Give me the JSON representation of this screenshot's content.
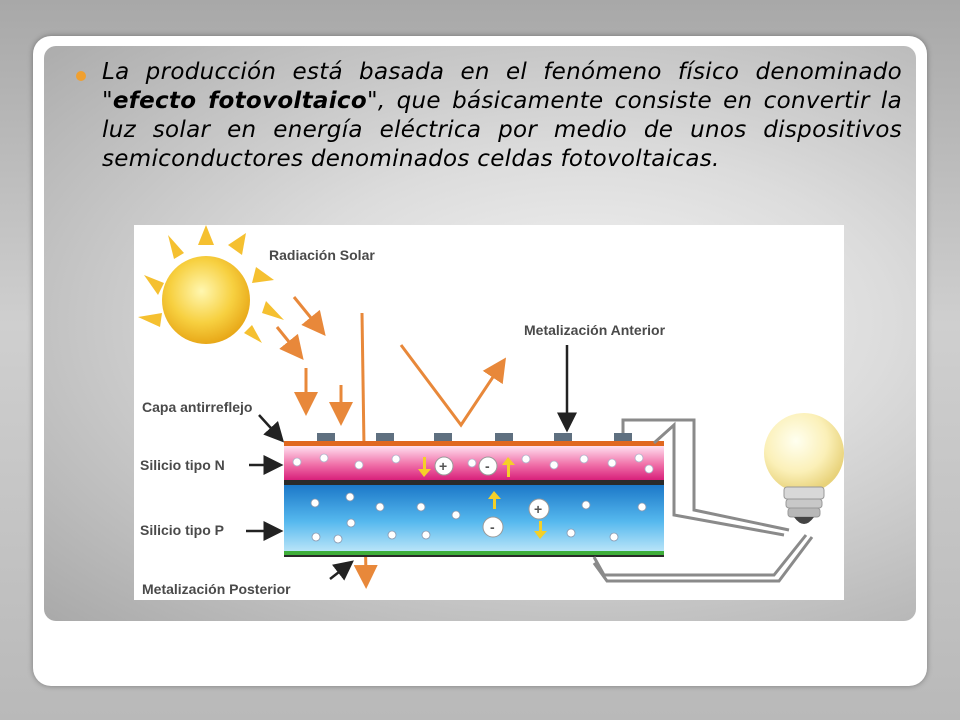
{
  "slide": {
    "bullet": {
      "text_before": "La producción está basada en el fenómeno físico denominado \"",
      "text_bold": "efecto fotovoltaico",
      "text_after": "\", que básicamente consiste en convertir la luz solar en energía eléctrica por medio de unos dispositivos semiconductores denominados celdas fotovoltaicas."
    }
  },
  "diagram": {
    "labels": {
      "radiation": "Radiación Solar",
      "front_metal": "Metalización Anterior",
      "antireflex": "Capa antirreflejo",
      "n_type": "Silicio tipo N",
      "p_type": "Silicio tipo P",
      "back_metal": "Metalización Posterior"
    },
    "charges": {
      "plus": "+",
      "minus": "-"
    }
  },
  "colors": {
    "bullet": "#f0a030",
    "ray": "#e8883a",
    "n_layer": "#e84c8c",
    "p_layer": "#3aa8e0",
    "sun": "#f5c030"
  }
}
